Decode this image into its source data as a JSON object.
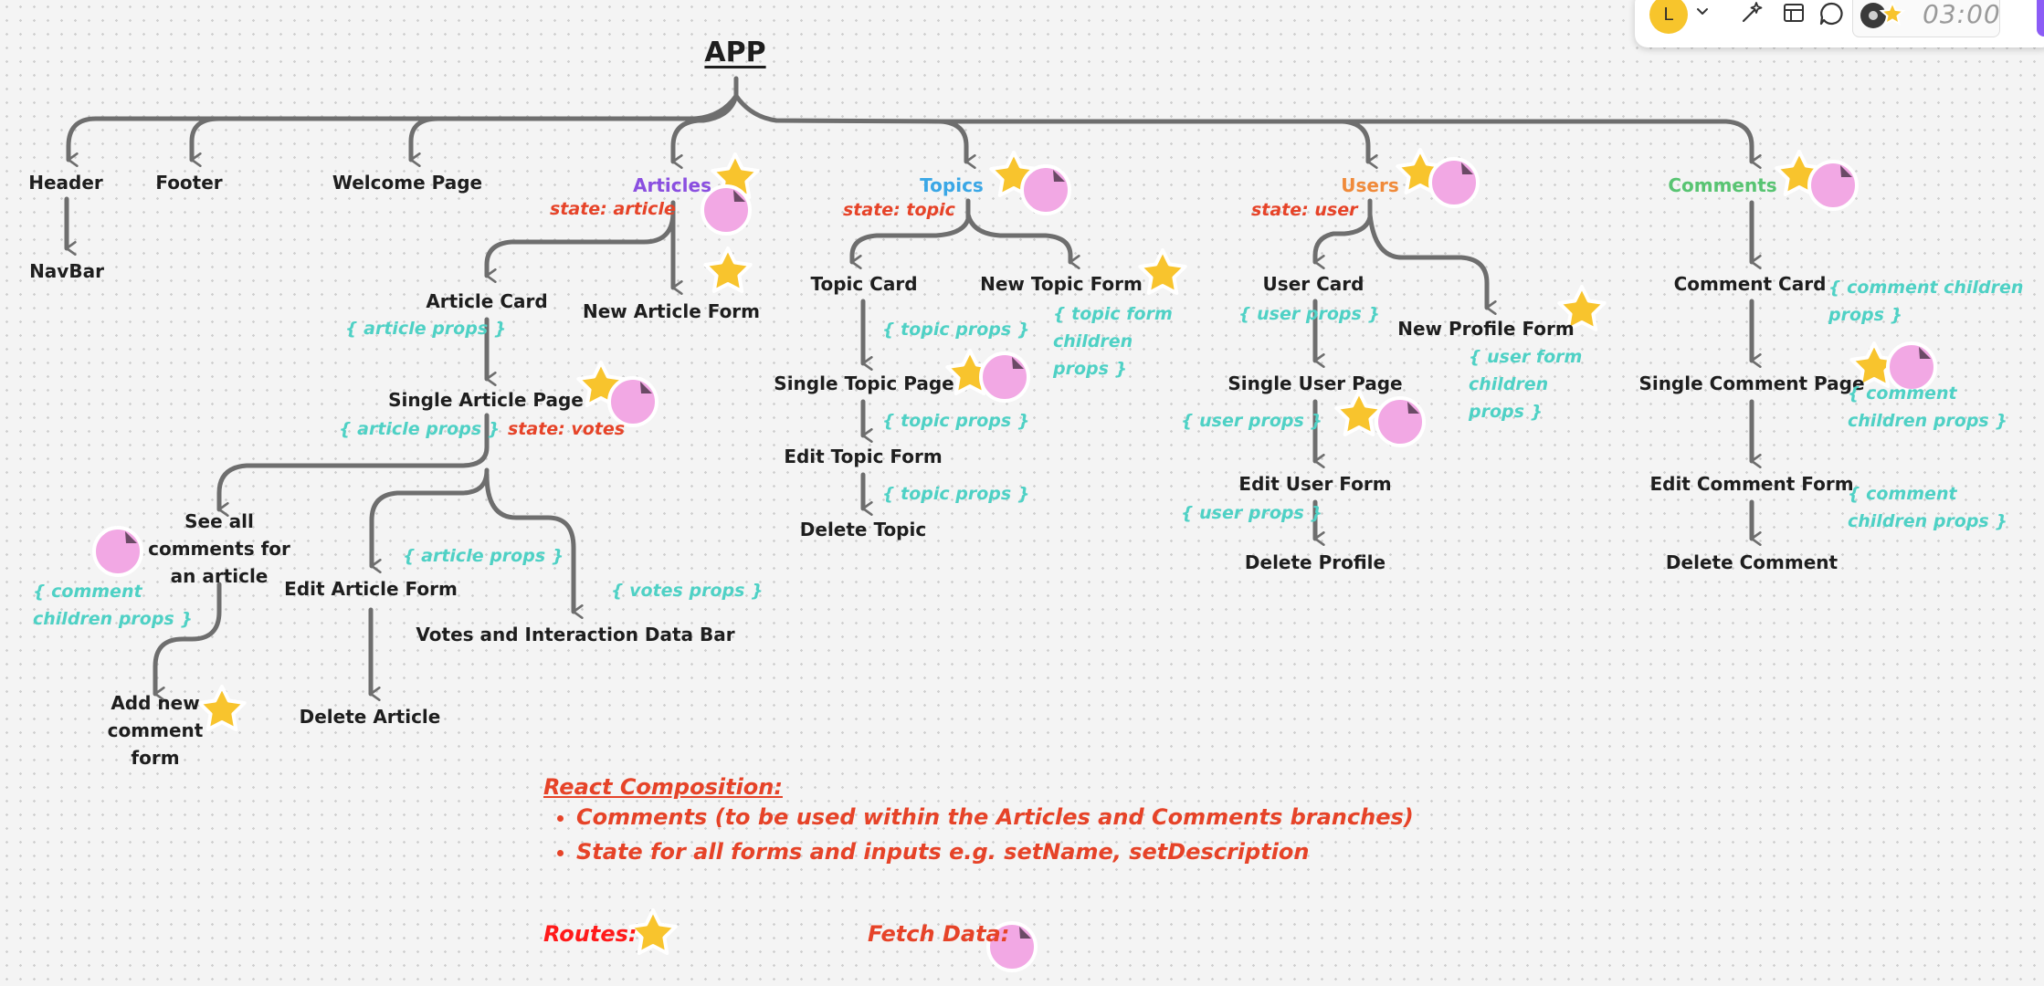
{
  "diagram": {
    "title": "APP",
    "nodes": {
      "header": "Header",
      "navbar": "NavBar",
      "footer": "Footer",
      "welcome": "Welcome Page",
      "articles": "Articles",
      "article_card": "Article Card",
      "new_article_form": "New Article Form",
      "single_article_page": "Single Article Page",
      "see_all_comments": "See all comments for an article",
      "add_new_comment": "Add new comment form",
      "edit_article_form": "Edit Article Form",
      "delete_article": "Delete Article",
      "votes_bar": "Votes and Interaction Data Bar",
      "topics": "Topics",
      "topic_card": "Topic Card",
      "new_topic_form": "New Topic Form",
      "single_topic_page": "Single Topic Page",
      "edit_topic_form": "Edit Topic Form",
      "delete_topic": "Delete Topic",
      "users": "Users",
      "user_card": "User Card",
      "new_profile_form": "New Profile Form",
      "single_user_page": "Single User Page",
      "edit_user_form": "Edit User Form",
      "delete_profile": "Delete Profile",
      "comments": "Comments",
      "comment_card": "Comment Card",
      "single_comment_page": "Single Comment Page",
      "edit_comment_form": "Edit Comment Form",
      "delete_comment": "Delete Comment"
    },
    "states": {
      "article": "state: article",
      "votes": "state: votes",
      "topic": "state: topic",
      "user": "state: user"
    },
    "props": {
      "article_1": "{ article props }",
      "article_2": "{ article props }",
      "article_3": "{ article props }",
      "comment_children": "{ comment children props }",
      "votes": "{ votes props }",
      "topic_1": "{ topic props }",
      "topic_2": "{ topic props }",
      "topic_3": "{ topic props }",
      "topic_form_children": "{ topic form children props }",
      "user_1": "{ user props }",
      "user_2": "{ user props }",
      "user_3": "{ user props }",
      "user_form_children": "{ user form children props }",
      "comment_children_1": "{ comment children props }",
      "comment_children_2": "{ comment children props }",
      "comment_children_3": "{ comment children props }"
    }
  },
  "notes": {
    "heading": "React Composition:",
    "items": [
      "Comments (to be used within the Articles and Comments branches)",
      "State for all forms and inputs e.g. setName, setDescription"
    ]
  },
  "legend": {
    "routes": "Routes:",
    "fetch": "Fetch Data:"
  },
  "toolbar": {
    "avatar_initial": "L",
    "timer": "03:00"
  },
  "colors": {
    "arrow": "#6e6e6e",
    "star": "#f8c42d",
    "dot": "#f2a8e4",
    "state": "#e64328",
    "props": "#4fd1c5",
    "articles": "#8a4fe0",
    "topics": "#3aa7e6",
    "users": "#f08a3a",
    "comments": "#58c472"
  }
}
